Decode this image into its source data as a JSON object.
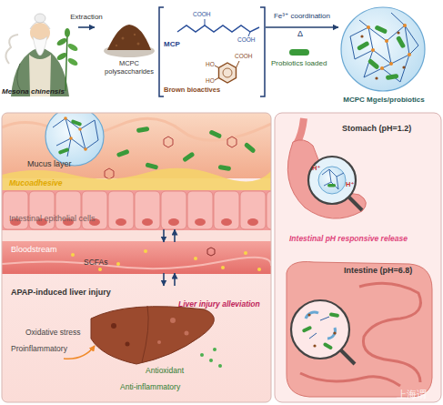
{
  "diagram": {
    "nodes": [
      {
        "text": [
          "Mesona chinensis"
        ]
      },
      {
        "text": [
          "MCPC polysaccharides"
        ]
      },
      {
        "text": [
          "MCP",
          "Brown bioactives"
        ]
      },
      {
        "text": [
          "MCPC Mgels/probiotics"
        ]
      },
      {
        "text": [
          "Intestinal epithelial cells"
        ]
      },
      {
        "text": [
          "Bloodstream"
        ]
      },
      {
        "text": [
          "APAP-induced liver injury"
        ]
      },
      {
        "text": [
          "Stomach (pH=1.2)"
        ]
      },
      {
        "text": [
          "Intestine (pH=6.8)"
        ]
      }
    ],
    "edges": [
      {
        "from": 0,
        "to": 1,
        "arrow": "to",
        "label": "Extraction"
      },
      {
        "from": 2,
        "to": 3,
        "arrow": "to",
        "label": "Fe³⁺ coordination"
      },
      {
        "from": 4,
        "to": 5,
        "arrow": "to"
      },
      {
        "from": 5,
        "to": 4,
        "arrow": "to"
      },
      {
        "from": 5,
        "to": 6,
        "arrow": "to"
      },
      {
        "from": 6,
        "to": 5,
        "arrow": "to"
      }
    ],
    "labels": [
      "COOH",
      "COOH",
      "COOH",
      "HO",
      "HO",
      "Δ",
      "Probiotics loaded",
      "Mucus layer",
      "Mucoadhesive",
      "SCFAs",
      "Liver injury alleviation",
      "Oxidative stress",
      "Proinflammatory",
      "Antioxidant",
      "Anti-inflammatory",
      "Intestinal pH responsive release",
      "H⁺",
      "H⁺",
      "上海谓"
    ]
  }
}
